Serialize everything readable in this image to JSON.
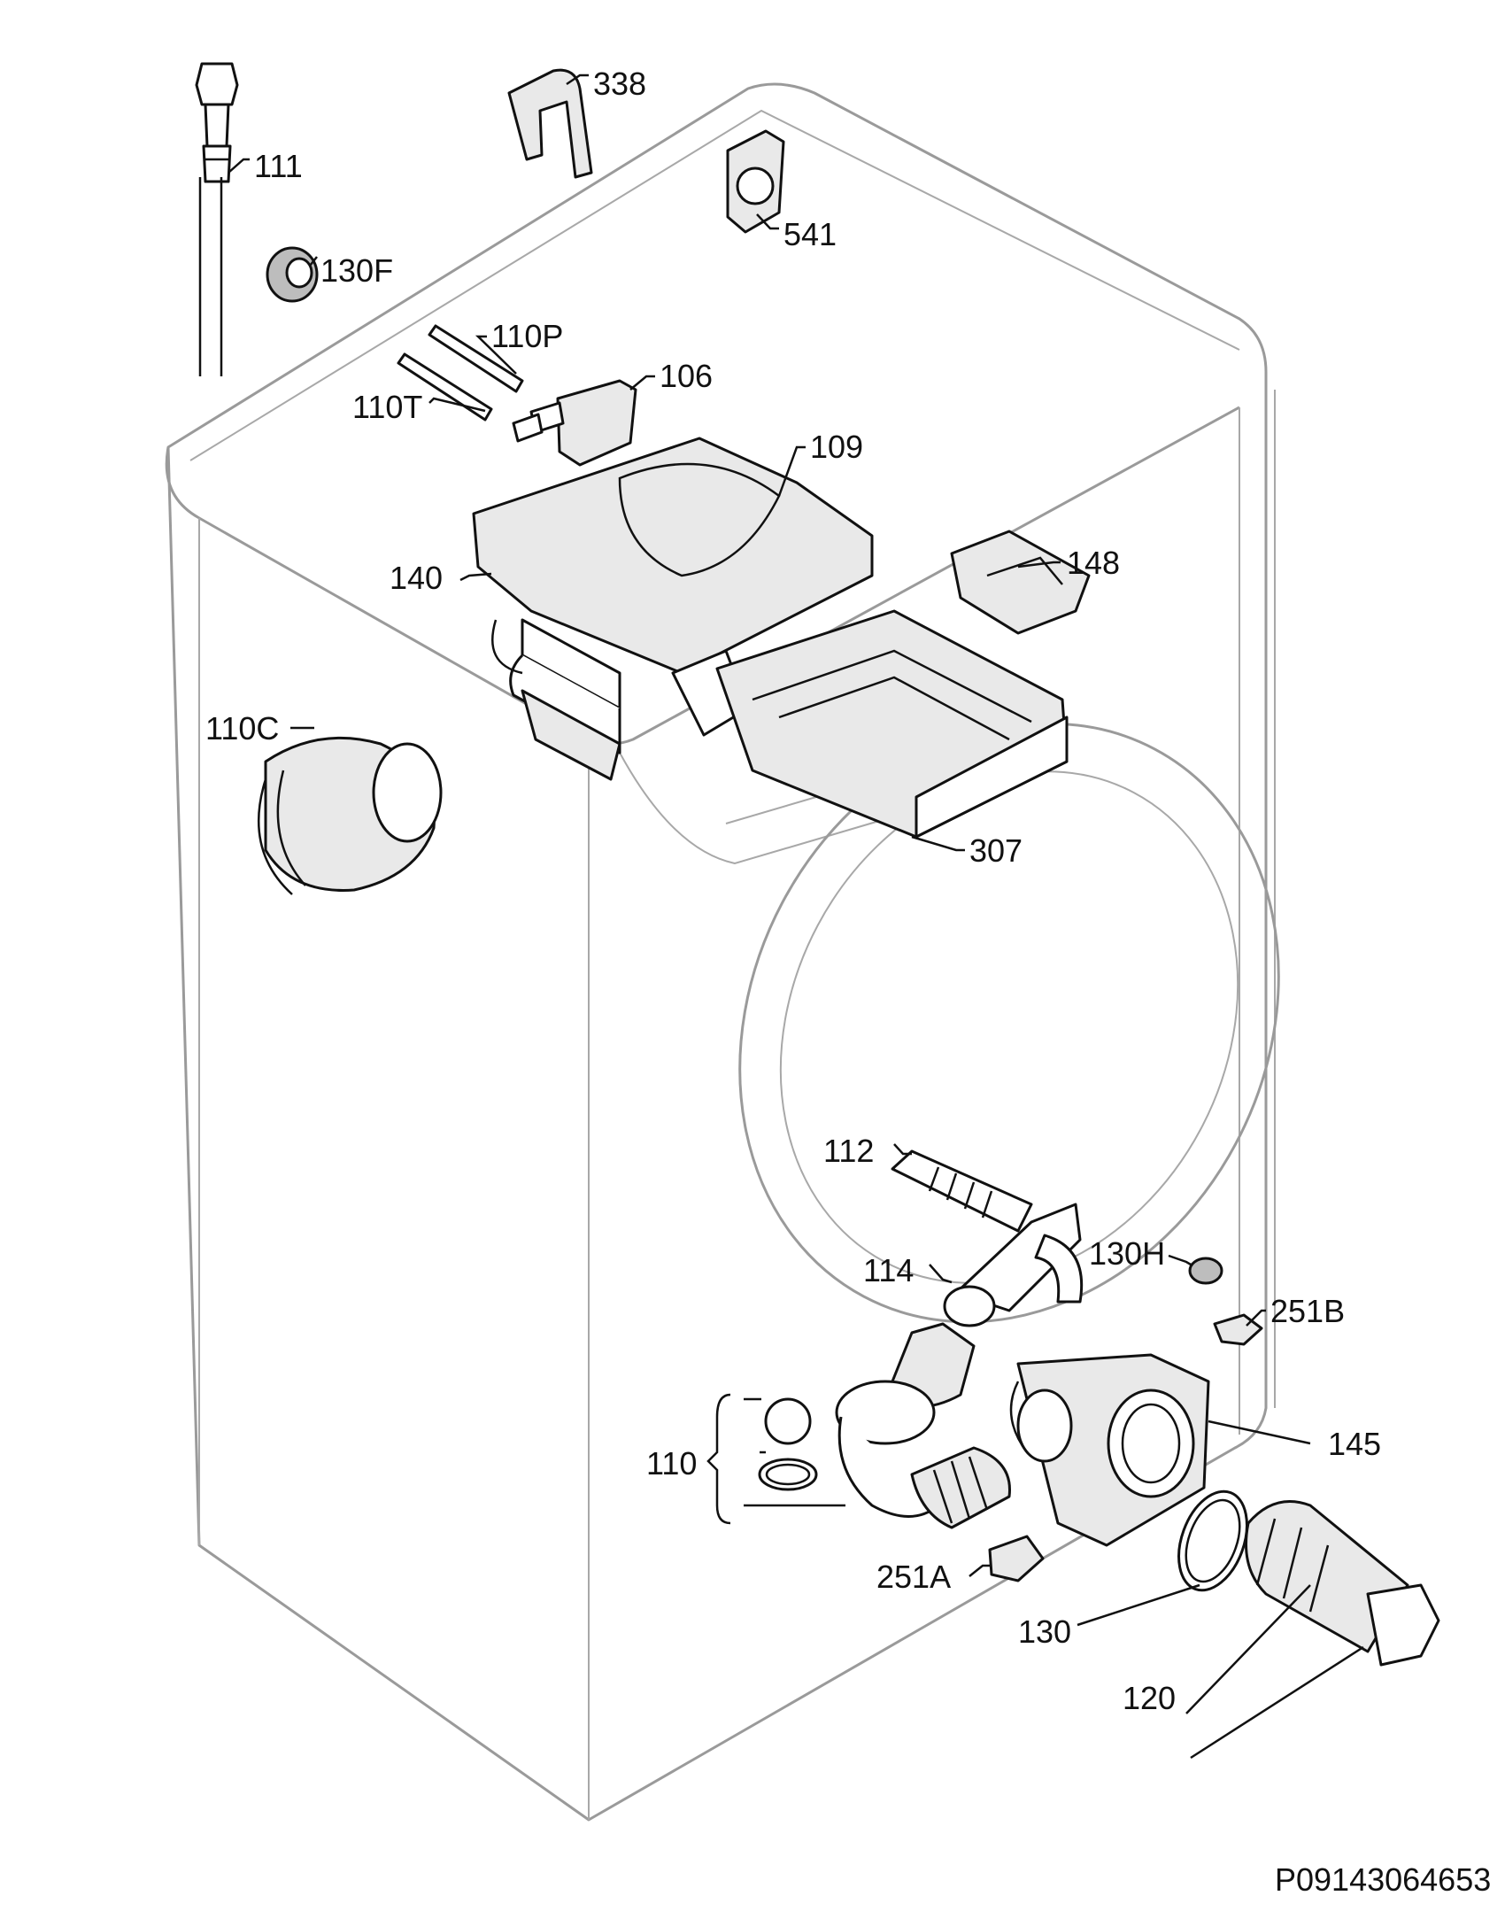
{
  "document_id": "P09143064653",
  "part_labels": {
    "p111": "111",
    "p338": "338",
    "p541": "541",
    "p130F": "130F",
    "p110P": "110P",
    "p110T": "110T",
    "p106": "106",
    "p109": "109",
    "p140": "140",
    "p148": "148",
    "p110C": "110C",
    "p307": "307",
    "p112": "112",
    "p114": "114",
    "p130H": "130H",
    "p251B": "251B",
    "p110": "110",
    "p145": "145",
    "p251A": "251A",
    "p130": "130",
    "p120": "120"
  }
}
